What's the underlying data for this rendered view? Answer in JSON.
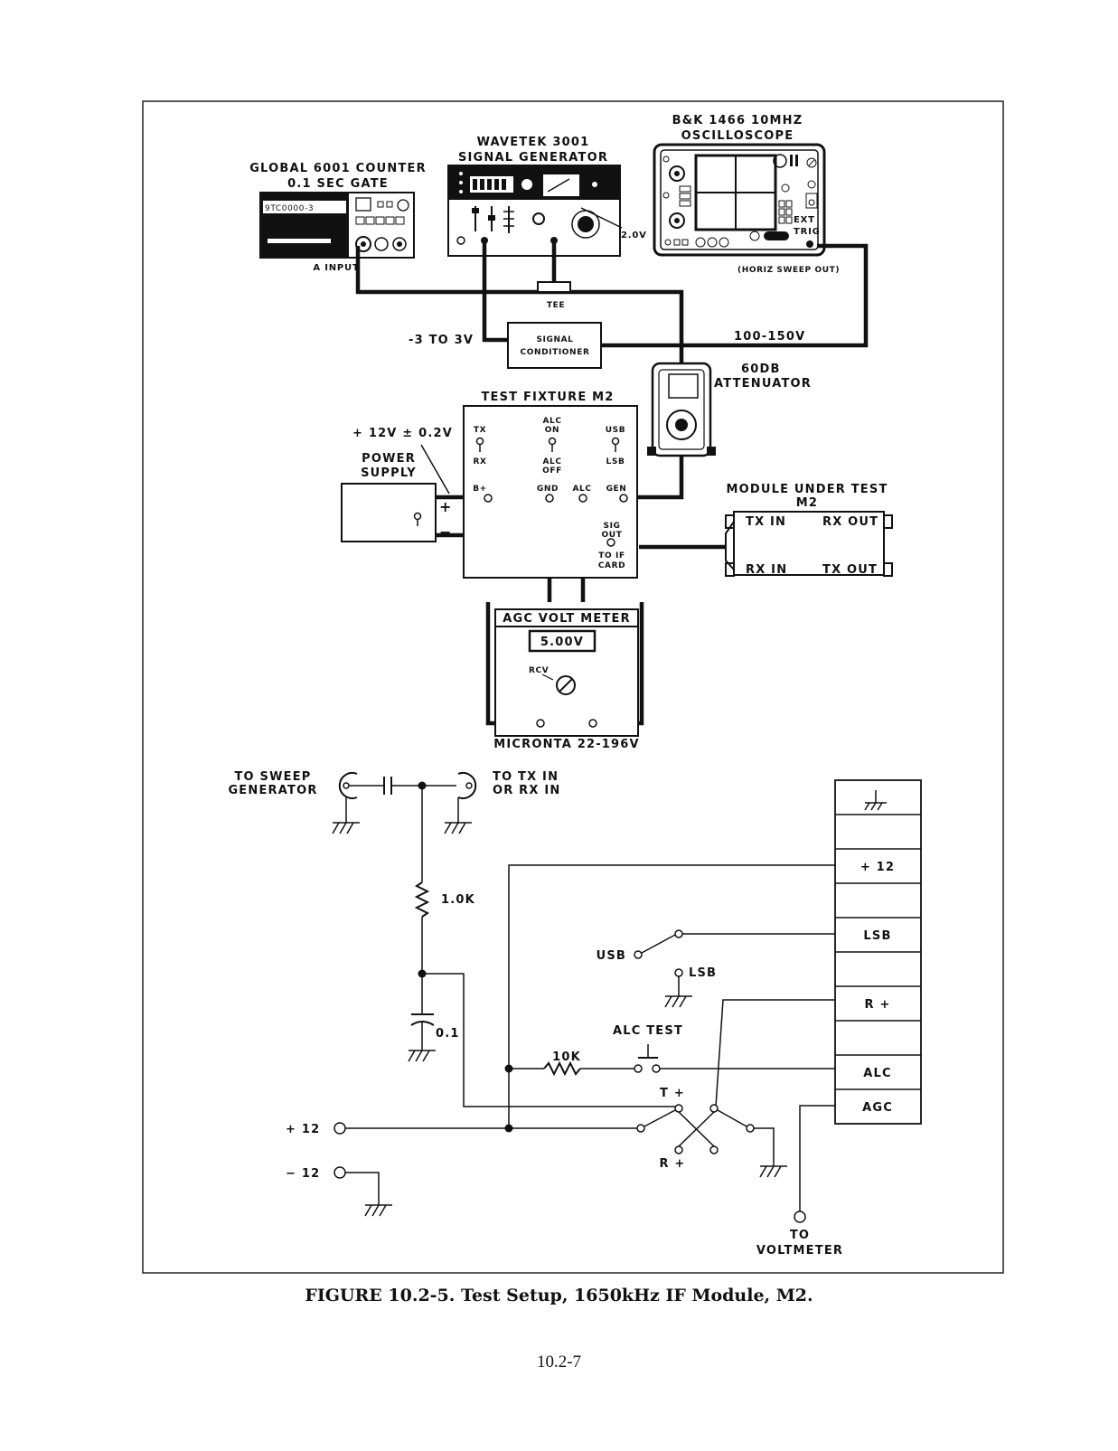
{
  "counter": {
    "title1": "GLOBAL 6001 COUNTER",
    "title2": "0.1 SEC GATE",
    "display": "9TC0000-3",
    "input": "A INPUT"
  },
  "generator": {
    "title1": "WAVETEK 3001",
    "title2": "SIGNAL GENERATOR",
    "level": "2.0V"
  },
  "scope": {
    "title1": "B&K 1466 10MHZ",
    "title2": "OSCILLOSCOPE",
    "ext": "EXT",
    "trig": "TRIG",
    "horiz": "(HORIZ SWEEP OUT)"
  },
  "tee": "TEE",
  "conditioner": {
    "line1": "SIGNAL",
    "line2": "CONDITIONER",
    "in_range": "-3 TO 3V",
    "out_range": "100-150V"
  },
  "attenuator": {
    "line1": "60DB",
    "line2": "ATTENUATOR"
  },
  "fixture": {
    "title": "TEST FIXTURE M2",
    "tx": "TX",
    "rx": "RX",
    "alc_on_1": "ALC",
    "alc_on_2": "ON",
    "alc_off_1": "ALC",
    "alc_off_2": "OFF",
    "usb": "USB",
    "lsb": "LSB",
    "bplus": "B+",
    "gnd": "GND",
    "alc": "ALC",
    "gen": "GEN",
    "sig1": "SIG",
    "sig2": "OUT",
    "sig3": "TO IF",
    "sig4": "CARD"
  },
  "power": {
    "voltage": "+ 12V ± 0.2V",
    "line1": "POWER",
    "line2": "SUPPLY",
    "plus": "+",
    "minus": "−"
  },
  "module": {
    "title1": "MODULE UNDER TEST",
    "title2": "M2",
    "tx_in": "TX IN",
    "rx_out": "RX OUT",
    "rx_in": "RX IN",
    "tx_out": "TX OUT"
  },
  "meter": {
    "title": "AGC VOLT METER",
    "reading": "5.00V",
    "rcv": "RCV",
    "model": "MICRONTA 22-196V"
  },
  "schematic": {
    "sweep1": "TO SWEEP",
    "sweep2": "GENERATOR",
    "txin1": "TO TX IN",
    "txin2": "OR RX IN",
    "r1": "1.0K",
    "c1": "0.1",
    "r2": "10K",
    "usb": "USB",
    "lsb": "LSB",
    "alc_test": "ALC TEST",
    "tplus": "T +",
    "rplus": "R +",
    "p12": "+ 12",
    "m12": "− 12",
    "volt1": "TO",
    "volt2": "VOLTMETER",
    "pins": [
      "",
      "",
      "+ 12",
      "",
      "LSB",
      "",
      "R +",
      "",
      "ALC",
      "AGC"
    ]
  },
  "caption": "FIGURE 10.2-5.  Test Setup, 1650kHz IF Module, M2.",
  "page_number": "10.2-7"
}
